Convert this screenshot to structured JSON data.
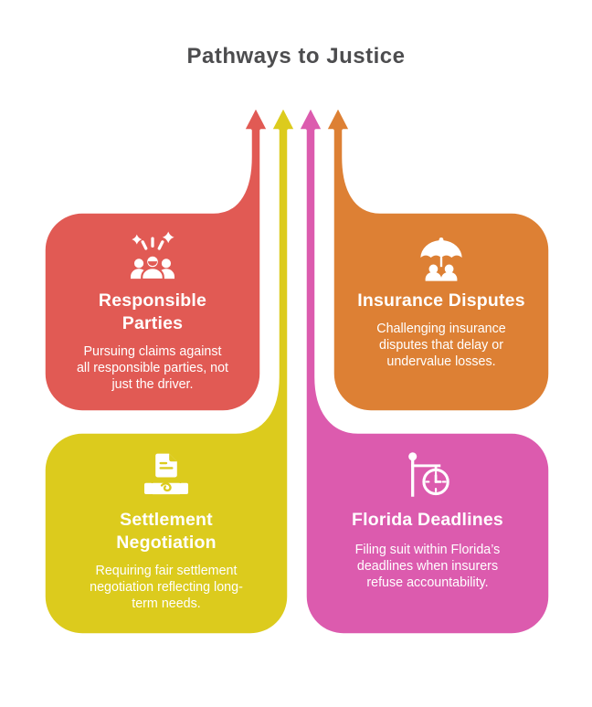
{
  "title": "Pathways to Justice",
  "colors": {
    "background": "#FFFFFF",
    "title_text": "#4D4D4F",
    "card_text": "#FFFFFF",
    "outline": "#FFFFFF"
  },
  "cards": [
    {
      "id": "responsible-parties",
      "title_lines": [
        "Responsible",
        "Parties"
      ],
      "body_lines": [
        "Pursuing claims against",
        "all responsible parties, not",
        "just the driver."
      ],
      "color": "#E15A54",
      "icon": "team-celebration-icon",
      "arrow_direction": "up"
    },
    {
      "id": "insurance-disputes",
      "title_lines": [
        "Insurance Disputes"
      ],
      "body_lines": [
        "Challenging insurance",
        "disputes that delay or",
        "undervalue losses."
      ],
      "color": "#DD8034",
      "icon": "umbrella-people-icon",
      "arrow_direction": "up"
    },
    {
      "id": "settlement-negotiation",
      "title_lines": [
        "Settlement",
        "Negotiation"
      ],
      "body_lines": [
        "Requiring fair settlement",
        "negotiation reflecting long-",
        "term needs."
      ],
      "color": "#DCCB1D",
      "icon": "document-handshake-icon",
      "arrow_direction": "up"
    },
    {
      "id": "florida-deadlines",
      "title_lines": [
        "Florida Deadlines"
      ],
      "body_lines": [
        "Filing suit within Florida’s",
        "deadlines when insurers",
        "refuse accountability."
      ],
      "color": "#DC5BAE",
      "icon": "street-clock-icon",
      "arrow_direction": "up"
    }
  ]
}
